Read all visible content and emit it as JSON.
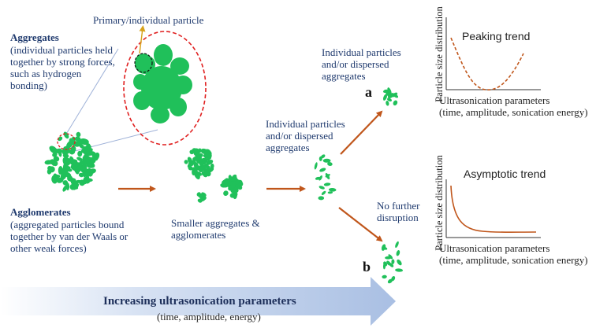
{
  "labels": {
    "primary": "Primary/individual particle",
    "aggregates_title": "Aggregates",
    "aggregates_desc": [
      "(individual particles held",
      "together by strong forces,",
      "such as hydrogen",
      "bonding)"
    ],
    "agglomerates_title": "Agglomerates",
    "agglomerates_desc": [
      "(aggregated particles bound",
      "together by van der Waals or",
      "other weak forces)"
    ],
    "smaller": [
      "Smaller aggregates &",
      "agglomerates"
    ],
    "individual_mid": [
      "Individual particles",
      "and/or dispersed",
      "aggregates"
    ],
    "individual_top": [
      "Individual particles",
      "and/or dispersed",
      "aggregates"
    ],
    "no_further": [
      "No further",
      "disruption"
    ],
    "marker_a": "a",
    "marker_b": "b"
  },
  "chart_top": {
    "title": "Peaking trend",
    "ylabel": "Particle size distribution",
    "xlabel": [
      "Ultrasonication parameters",
      "(time, amplitude, sonication energy)"
    ]
  },
  "chart_bottom": {
    "title": "Asymptotic trend",
    "ylabel": "Particle size distribution",
    "xlabel": [
      "Ultrasonication parameters",
      "(time, amplitude, sonication energy)"
    ]
  },
  "banner": {
    "title": "Increasing ultrasonication parameters",
    "subtitle": "(time, amplitude, energy)"
  },
  "colors": {
    "particle": "#20c05a",
    "arrow": "#c0561b",
    "dashed_circle": "#e02020",
    "banner_start": "#ffffff",
    "banner_end": "#aec2e4"
  }
}
